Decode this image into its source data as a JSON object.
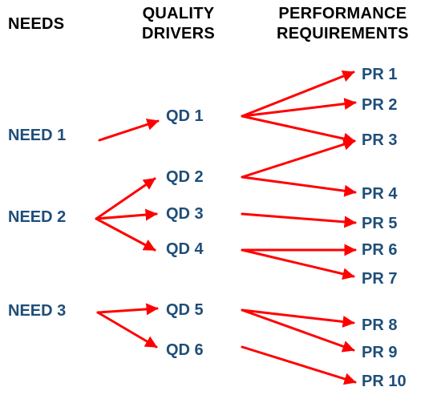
{
  "headers": {
    "needs": "NEEDS",
    "quality_drivers": [
      "QUALITY",
      "DRIVERS"
    ],
    "performance_requirements": [
      "PERFORMANCE",
      "REQUIREMENTS"
    ]
  },
  "needs": [
    "NEED 1",
    "NEED 2",
    "NEED 3"
  ],
  "quality_drivers": [
    "QD 1",
    "QD 2",
    "QD 3",
    "QD 4",
    "QD 5",
    "QD 6"
  ],
  "performance_requirements": [
    "PR 1",
    "PR 2",
    "PR 3",
    "PR 4",
    "PR 5",
    "PR 6",
    "PR 7",
    "PR 8",
    "PR 9",
    "PR 10"
  ],
  "links": [
    [
      "NEED 1",
      "QD 1"
    ],
    [
      "NEED 2",
      "QD 2"
    ],
    [
      "NEED 2",
      "QD 3"
    ],
    [
      "NEED 2",
      "QD 4"
    ],
    [
      "NEED 3",
      "QD 5"
    ],
    [
      "NEED 3",
      "QD 6"
    ],
    [
      "QD 1",
      "PR 1"
    ],
    [
      "QD 1",
      "PR 2"
    ],
    [
      "QD 1",
      "PR 3"
    ],
    [
      "QD 2",
      "PR 3"
    ],
    [
      "QD 2",
      "PR 4"
    ],
    [
      "QD 3",
      "PR 5"
    ],
    [
      "QD 4",
      "PR 6"
    ],
    [
      "QD 4",
      "PR 7"
    ],
    [
      "QD 5",
      "PR 8"
    ],
    [
      "QD 5",
      "PR 9"
    ],
    [
      "QD 6",
      "PR 10"
    ]
  ],
  "colors": {
    "arrow": "#ff0000",
    "node_text": "#1f4e79",
    "header_text": "#000000"
  }
}
